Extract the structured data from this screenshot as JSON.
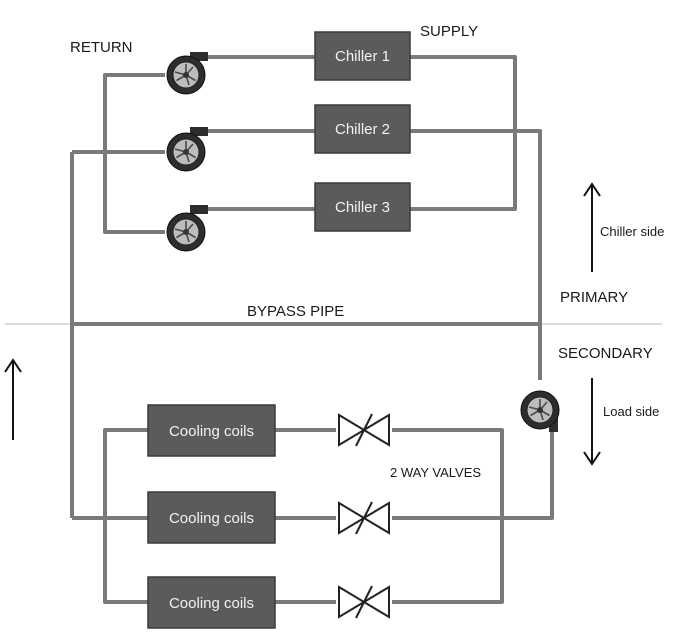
{
  "labels": {
    "return": "RETURN",
    "supply": "SUPPLY",
    "bypass": "BYPASS PIPE",
    "primary": "PRIMARY",
    "secondary": "SECONDARY",
    "chiller_side": "Chiller side",
    "load_side": "Load side",
    "valves": "2 WAY VALVES"
  },
  "chillers": [
    "Chiller 1",
    "Chiller 2",
    "Chiller 3"
  ],
  "coils": [
    "Cooling coils",
    "Cooling coils",
    "Cooling coils"
  ],
  "colors": {
    "pipe": "#7a7a7a",
    "box": "#5b5b5b",
    "box_text": "#f2f2f2"
  }
}
